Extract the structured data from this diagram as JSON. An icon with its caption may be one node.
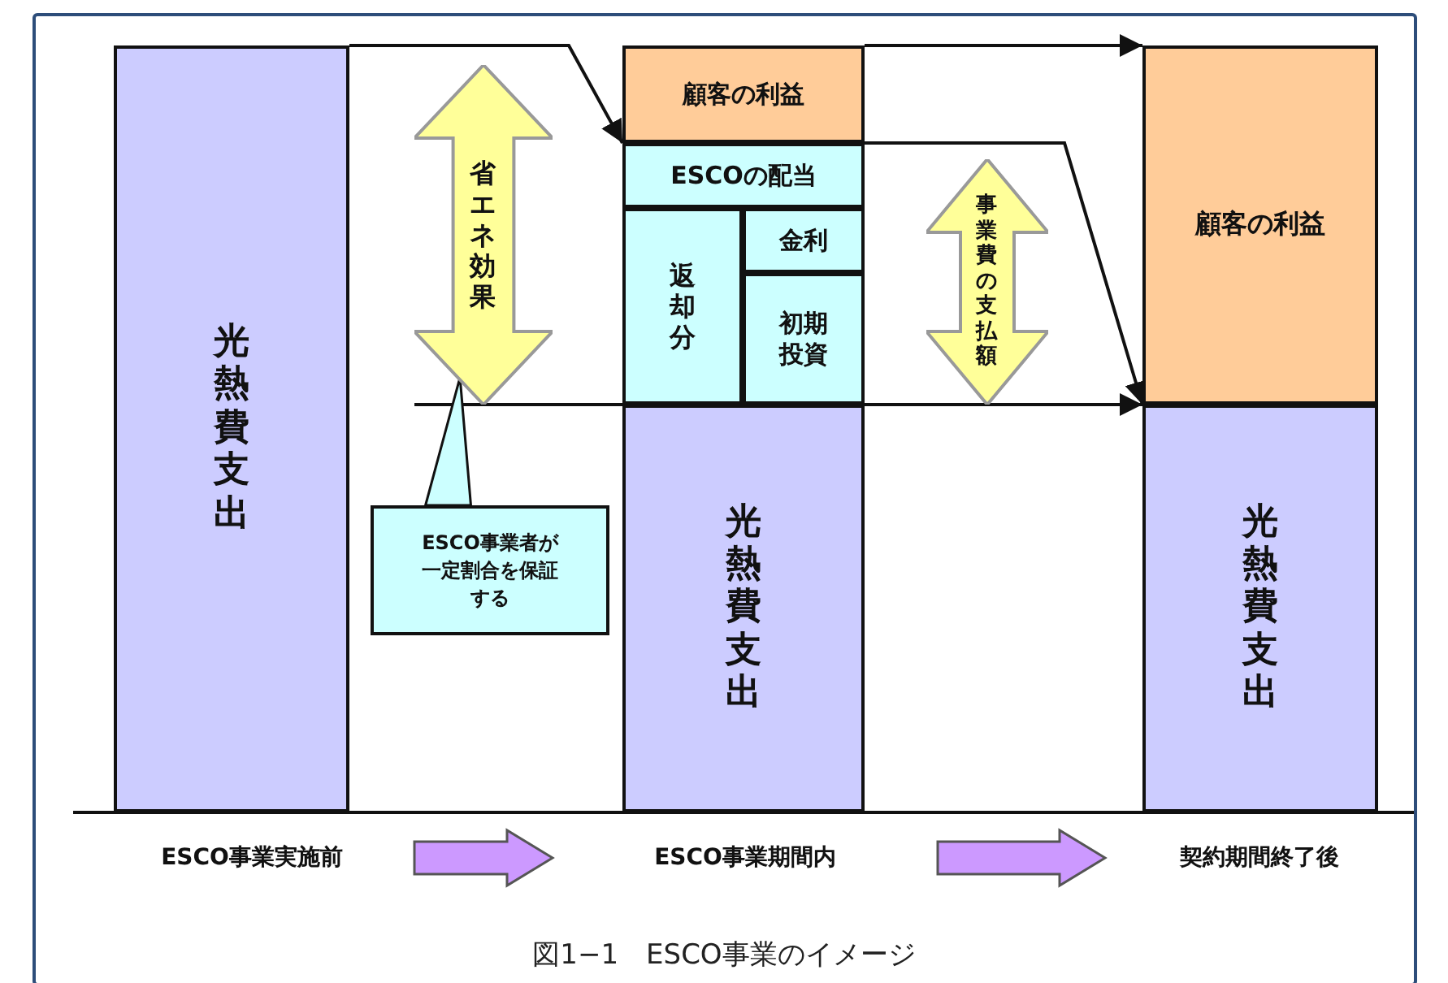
{
  "diagram": {
    "caption": "図1−1　ESCO事業のイメージ",
    "nodes": [
      {
        "text": [
          "光熱費支出"
        ]
      },
      {
        "text": [
          "顧客の利益"
        ]
      },
      {
        "text": [
          "ESCOの配当"
        ]
      },
      {
        "text": [
          "返却分"
        ]
      },
      {
        "text": [
          "金利"
        ]
      },
      {
        "text": [
          "初期投資"
        ]
      },
      {
        "text": [
          "光熱費支出"
        ]
      },
      {
        "text": [
          "顧客の利益"
        ]
      },
      {
        "text": [
          "光熱費支出"
        ]
      },
      {
        "text": [
          "省エネ効果"
        ]
      },
      {
        "text": [
          "事業費の支払額"
        ]
      },
      {
        "text": [
          "ESCO事業者が一定割合を保証する"
        ]
      },
      {
        "text": [
          "ESCO事業実施前"
        ]
      },
      {
        "text": [
          "ESCO事業期間内"
        ]
      },
      {
        "text": [
          "契約期間終了後"
        ]
      }
    ],
    "edges": [
      {
        "from": 11,
        "to": 9,
        "arrow": "none"
      },
      {
        "from": 0,
        "to": 2,
        "arrow": "to"
      },
      {
        "from": 1,
        "to": 7,
        "arrow": "to"
      },
      {
        "from": 2,
        "to": 8,
        "arrow": "to"
      },
      {
        "from": 6,
        "to": 8,
        "arrow": "to"
      },
      {
        "from": 12,
        "to": 13,
        "arrow": "to"
      },
      {
        "from": 13,
        "to": 14,
        "arrow": "to"
      }
    ]
  }
}
